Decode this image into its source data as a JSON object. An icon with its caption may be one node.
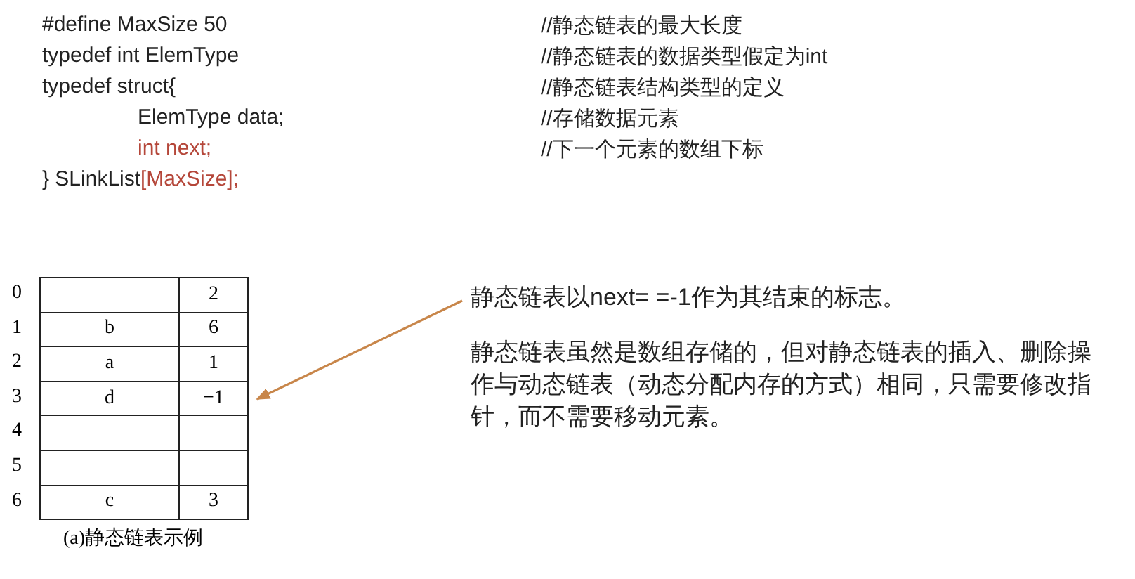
{
  "diagram": {
    "nodes": [
      {
        "text": [
          "静态链表以next= =-1作为其结束的标志。",
          "静态链表虽然是数组存储的，但对静态链表的插入、删除操作与动态链表（动态分配内存的方式）相同，只需要修改指针，而不需要移动元素。"
        ]
      },
      {
        "text": [
          "−1"
        ]
      }
    ],
    "edges": [
      {
        "from": 0,
        "to": 1,
        "arrow": "to"
      }
    ],
    "labels": [
      "#define MaxSize 50",
      "//静态链表的最大长度",
      "typedef int ElemType",
      "//静态链表的数据类型假定为int",
      "typedef struct{",
      "//静态链表结构类型的定义",
      "ElemType data;",
      "//存储数据元素",
      "int next;",
      "//下一个元素的数组下标",
      "} SLinkList",
      "[MaxSize];",
      "0",
      "2",
      "1",
      "b",
      "6",
      "2",
      "a",
      "1",
      "3",
      "d",
      "4",
      "5",
      "6",
      "c",
      "3",
      "(a)静态链表示例"
    ]
  }
}
